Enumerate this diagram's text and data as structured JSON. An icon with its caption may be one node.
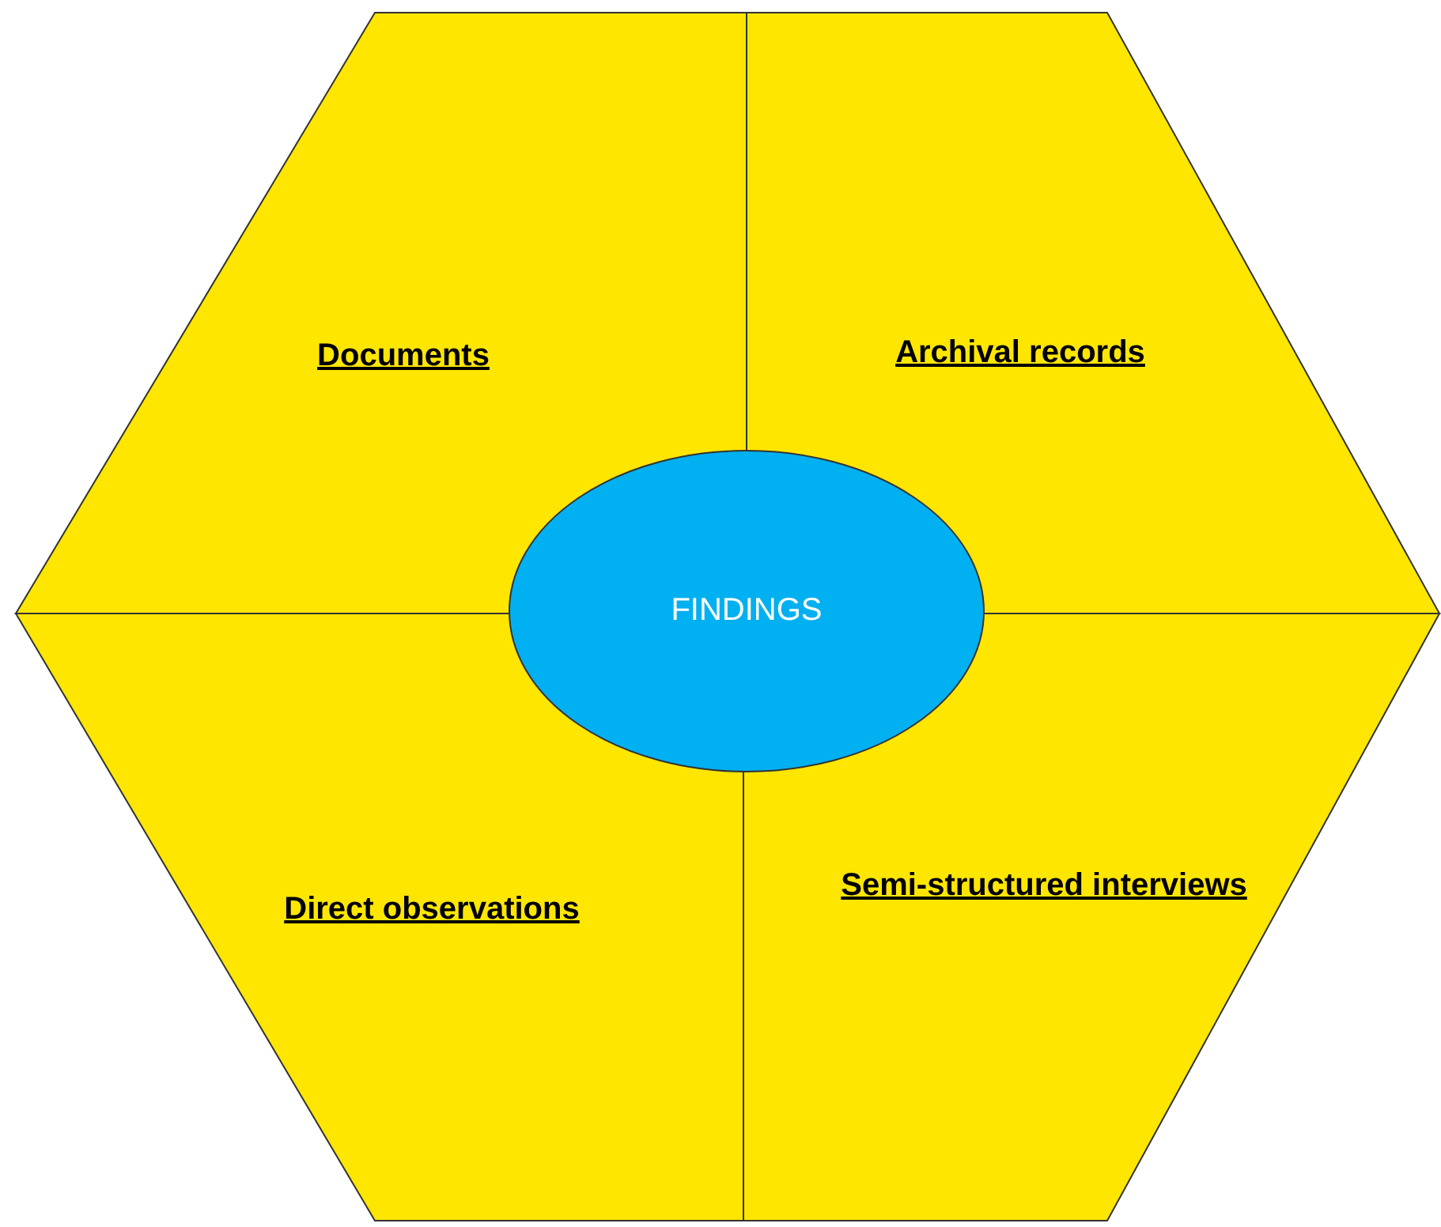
{
  "diagram": {
    "nodes": [
      {
        "text": [
          "Documents"
        ]
      },
      {
        "text": [
          "Archival records"
        ]
      },
      {
        "text": [
          "FINDINGS"
        ]
      },
      {
        "text": [
          "Direct observations"
        ]
      },
      {
        "text": [
          "Semi-structured interviews"
        ]
      }
    ]
  }
}
